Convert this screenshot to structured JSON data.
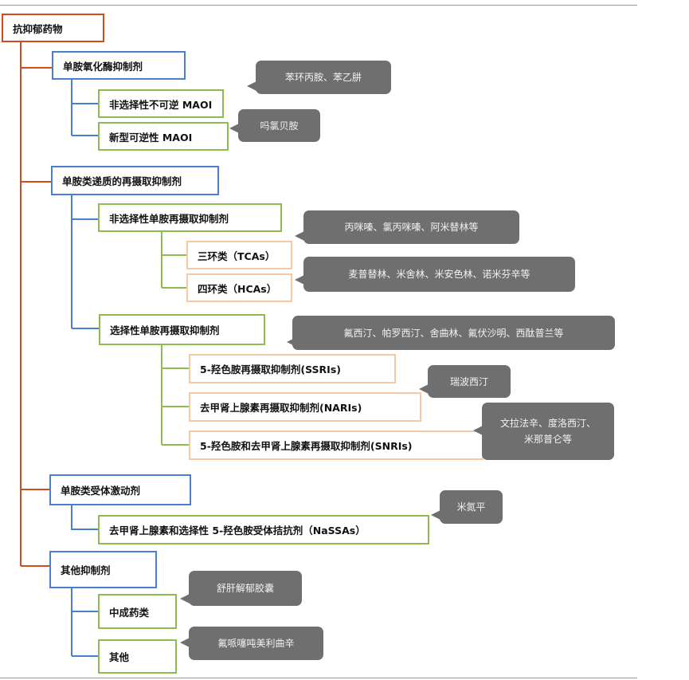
{
  "tree": {
    "root": "抗抑郁药物",
    "maoi": {
      "label": "单胺氧化酶抑制剂",
      "nonselective": "非选择性不可逆 MAOI",
      "nonselective_examples": "苯环丙胺、苯乙肼",
      "reversible": "新型可逆性 MAOI",
      "reversible_examples": "吗氯贝胺"
    },
    "reuptake": {
      "label": "单胺类递质的再摄取抑制剂",
      "nonselective": "非选择性单胺再摄取抑制剂",
      "tca": "三环类（TCAs）",
      "tca_examples": "丙咪嗪、氯丙咪嗪、阿米替林等",
      "hca": "四环类（HCAs）",
      "hca_examples": "麦普替林、米舍林、米安色林、诺米芬辛等",
      "selective": "选择性单胺再摄取抑制剂",
      "ssri": "5-羟色胺再摄取抑制剂(SSRIs)",
      "ssri_examples": "氟西汀、帕罗西汀、舍曲林、氟伏沙明、西酞普兰等",
      "nari": "去甲肾上腺素再摄取抑制剂(NARIs)",
      "nari_examples": "瑞波西汀",
      "snri": "5-羟色胺和去甲肾上腺素再摄取抑制剂(SNRIs)",
      "snri_examples_1": "文拉法辛、度洛西汀、",
      "snri_examples_2": "米那普仑等"
    },
    "receptor": {
      "label": "单胺类受体激动剂",
      "nassa": "去甲肾上腺素和选择性 5-羟色胺受体拮抗剂（NaSSAs）",
      "nassa_examples": "米氮平"
    },
    "other": {
      "label": "其他抑制剂",
      "tcm": "中成药类",
      "tcm_examples": "舒肝解郁胶囊",
      "misc": "其他",
      "misc_examples": "氟哌噻吨美利曲辛"
    }
  },
  "colors": {
    "root_border": "#d14a20",
    "level1_border": "#4a7fd0",
    "level2_border": "#8dbb4e",
    "level3_border": "#f5c9a6",
    "callout_fill": "#6f6f6f"
  }
}
